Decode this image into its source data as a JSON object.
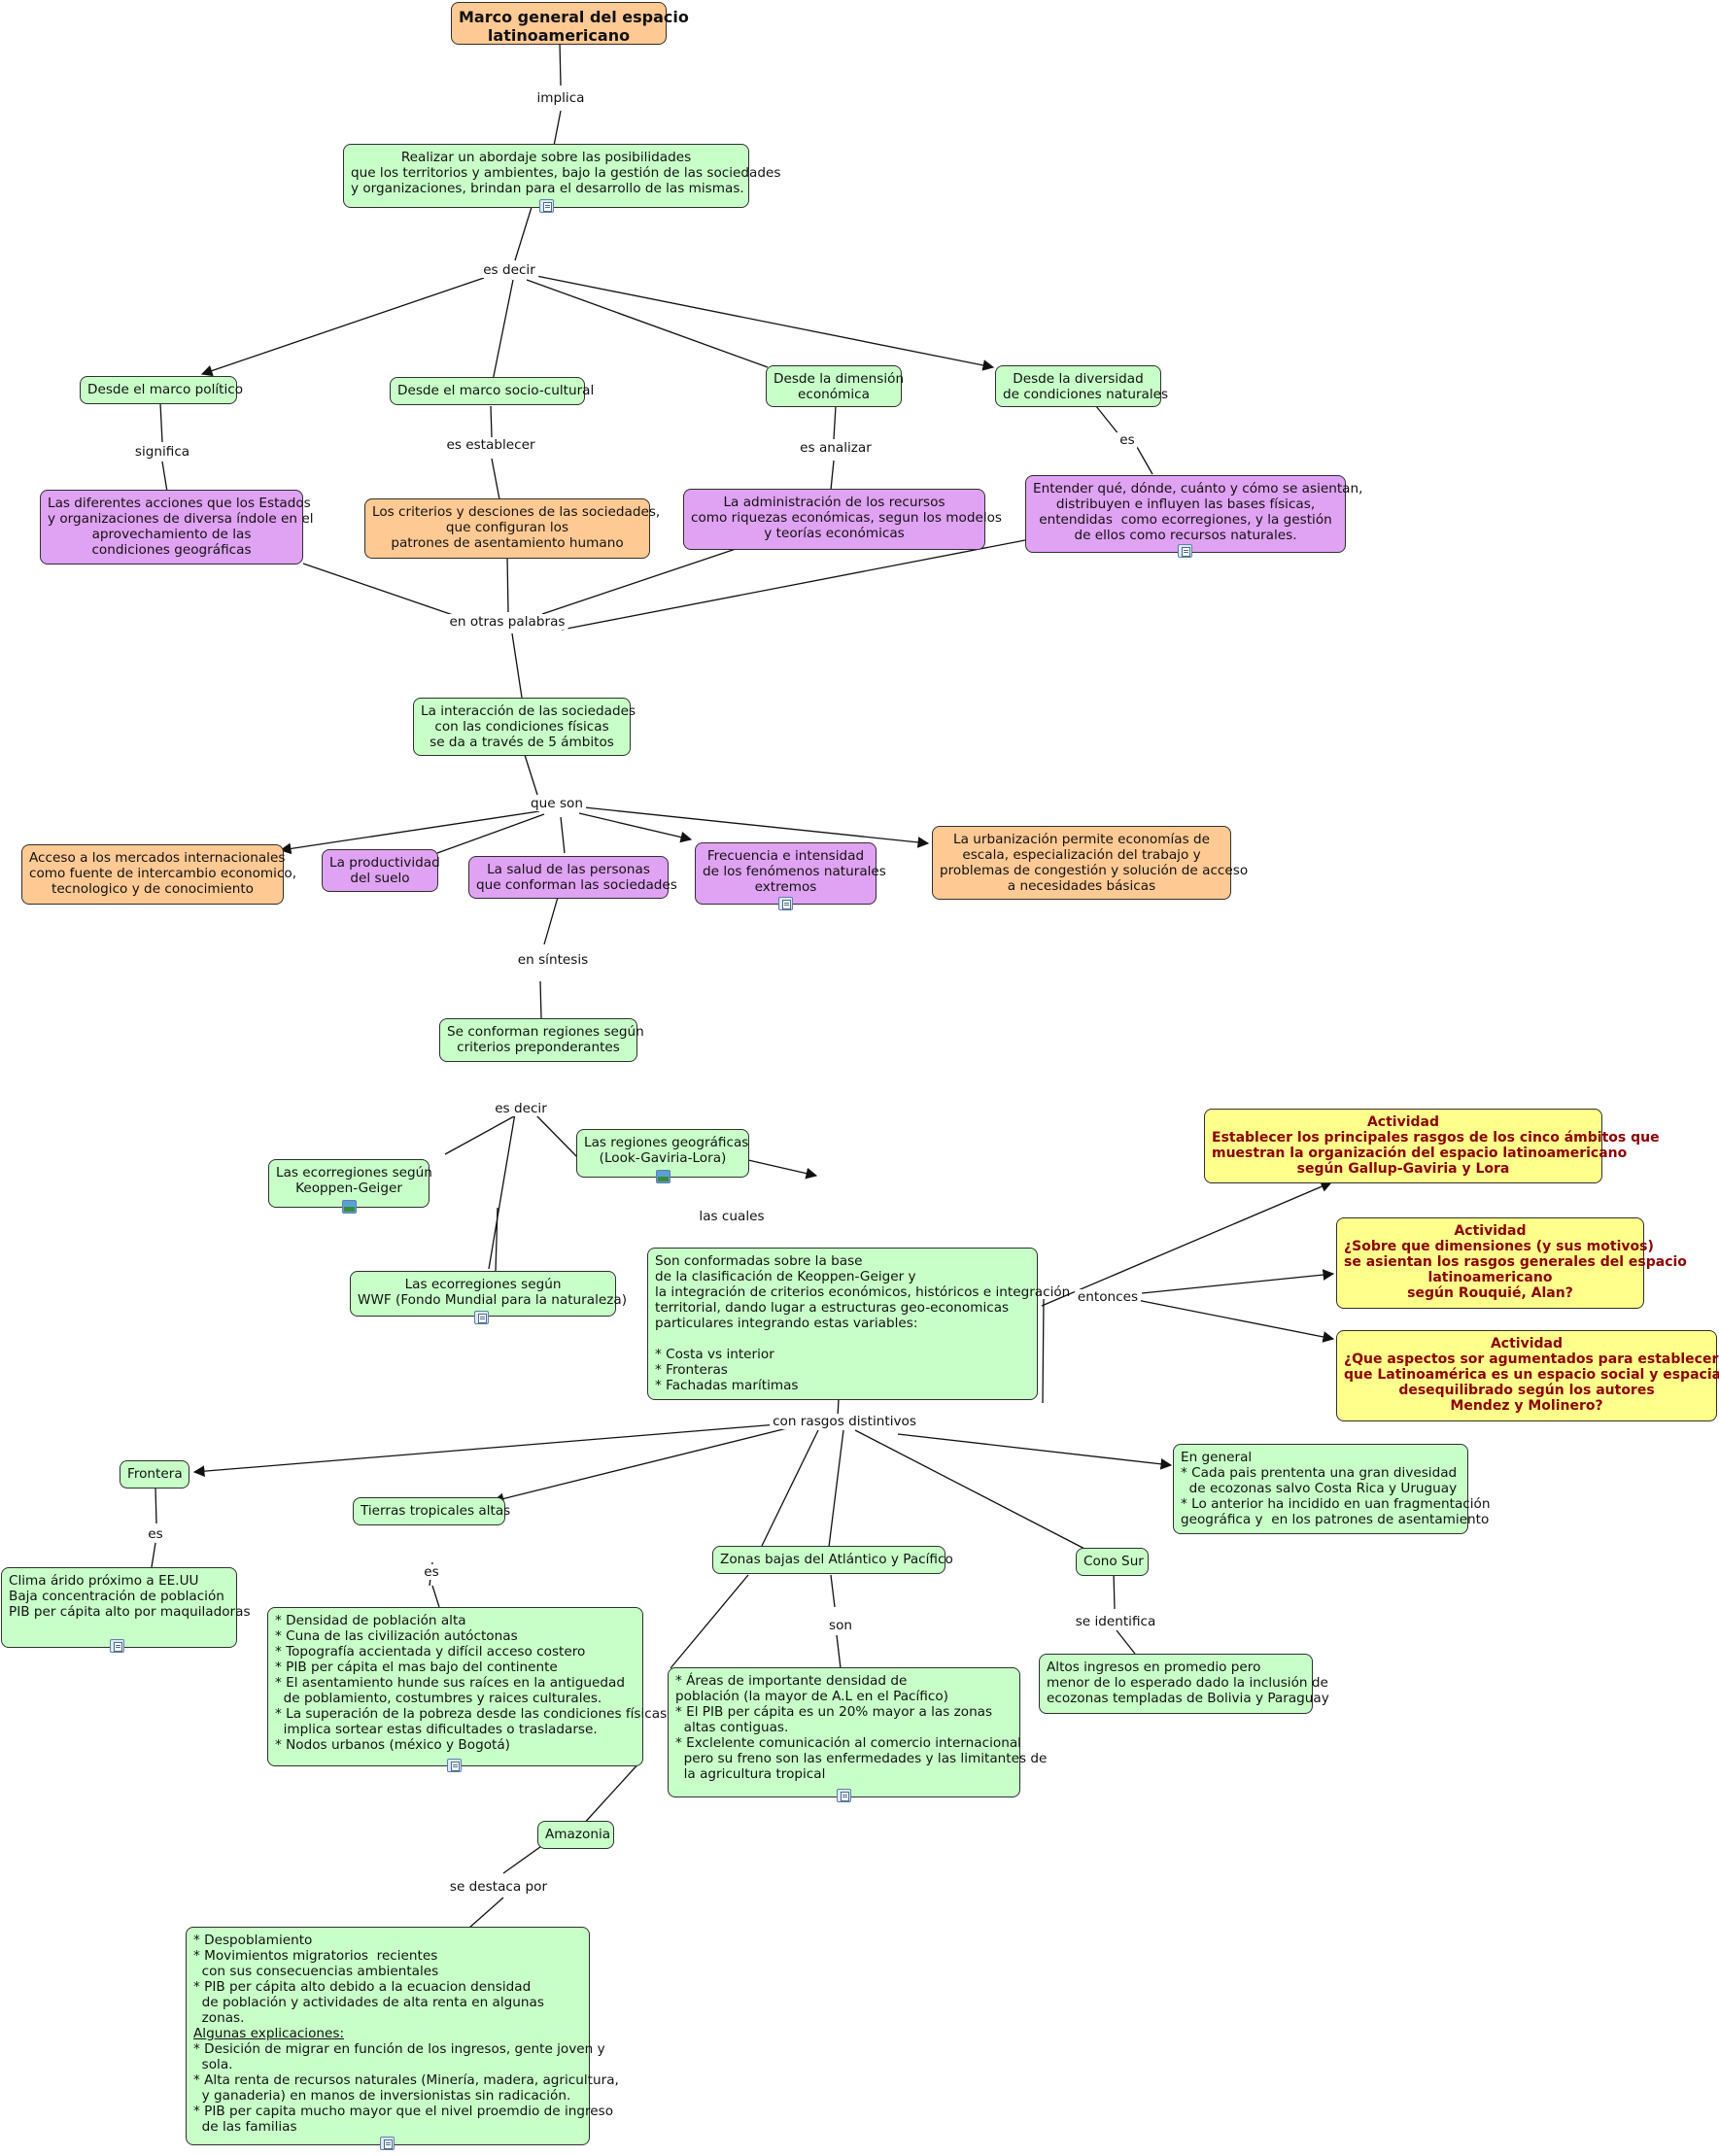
{
  "diagram": {
    "nodes": {
      "root": [
        "Marco general del espacio",
        "latinoamericano"
      ],
      "abordaje": [
        "Realizar un abordaje sobre las posibilidades",
        "que los territorios y ambientes, bajo la gestión de las sociedades",
        "y organizaciones, brindan para el desarrollo de las mismas."
      ],
      "politico": [
        "Desde el marco político"
      ],
      "sociocultural": [
        "Desde el marco socio-cultural"
      ],
      "economica": [
        "Desde la dimensión",
        "económica"
      ],
      "naturales": [
        "Desde la diversidad",
        "de condiciones naturales"
      ],
      "acciones": [
        "Las diferentes acciones que los Estados",
        "y organizaciones de diversa índole en el",
        "aprovechamiento de las",
        "condiciones geográficas"
      ],
      "criterios": [
        "Los criterios y desciones de las sociedades,",
        "que configuran los",
        "patrones de asentamiento humano"
      ],
      "administracion": [
        "La administración de los recursos",
        "como riquezas económicas, segun los modelos",
        "y teorías económicas"
      ],
      "entender": [
        "Entender qué, dónde, cuánto y cómo se asientan,",
        "distribuyen e influyen las bases físicas,",
        "entendidas  como ecorregiones, y la gestión",
        "de ellos como recursos naturales."
      ],
      "interaccion": [
        "La interacción de las sociedades",
        "con las condiciones físicas",
        "se da a través de 5 ámbitos"
      ],
      "mercados": [
        "Acceso a los mercados internacionales",
        "como fuente de intercambio economico,",
        "tecnologico y de conocimiento"
      ],
      "productividad": [
        "La productividad",
        "del suelo"
      ],
      "salud": [
        "La salud de las personas",
        "que conforman las sociedades"
      ],
      "frecuencia": [
        "Frecuencia e intensidad",
        "de los fenómenos naturales",
        "extremos"
      ],
      "urbanizacion": [
        "La urbanización permite economías de",
        "escala, especialización del trabajo y",
        "problemas de congestión y solución de acceso",
        "a necesidades básicas"
      ],
      "regiones": [
        "Se conforman regiones según",
        "criterios preponderantes"
      ],
      "keoppen": [
        "Las ecorregiones según",
        "Keoppen-Geiger"
      ],
      "geograficas": [
        "Las regiones geográficas",
        "(Look-Gaviria-Lora)"
      ],
      "wwf": [
        "Las ecorregiones según",
        "WWF (Fondo Mundial para la naturaleza)"
      ],
      "conformadas": [
        "Son conformadas sobre la base",
        "de la clasificación de Keoppen-Geiger y",
        "la integración de criterios económicos, históricos e integración",
        "territorial, dando lugar a estructuras geo-economicas",
        "particulares integrando estas variables:",
        " ",
        "* Costa vs interior",
        "* Fronteras",
        "* Fachadas marítimas"
      ],
      "act1": [
        "Actividad",
        "Establecer los principales rasgos de los cinco ámbitos que",
        "muestran la organización del espacio latinoamericano",
        "según Gallup-Gaviria y Lora"
      ],
      "act2": [
        "Actividad",
        "¿Sobre que dimensiones (y sus motivos)",
        "se asientan los rasgos generales del espacio",
        "latinoamericano",
        "según Rouquié, Alan?"
      ],
      "act3": [
        "Actividad",
        "¿Que aspectos sor agumentados para establecer",
        "que Latinoamérica es un espacio social y espacialmente",
        "desequilibrado según los autores",
        "Mendez y Molinero?"
      ],
      "frontera": [
        "Frontera"
      ],
      "clima": [
        "Clima árido próximo a EE.UU",
        "Baja concentración de población",
        "PIB per cápita alto por maquiladoras"
      ],
      "tierras": [
        "Tierras tropicales altas"
      ],
      "densidad": [
        "* Densidad de población alta",
        "* Cuna de las civilización autóctonas",
        "* Topografía accientada y difícil acceso costero",
        "* PIB per cápita el mas bajo del continente",
        "* El asentamiento hunde sus raíces en la antiguedad",
        "  de poblamiento, costumbres y raices culturales.",
        "* La superación de la pobreza desde las condiciones físicas",
        "  implica sortear estas dificultades o trasladarse.",
        "* Nodos urbanos (méxico y Bogotá)"
      ],
      "zonas": [
        "Zonas bajas del Atlántico y Pacífico"
      ],
      "areas": [
        "* Áreas de importante densidad de",
        "población (la mayor de A.L en el Pacífico)",
        "* El PIB per cápita es un 20% mayor a las zonas",
        "  altas contiguas.",
        "* Exclelente comunicación al comercio internacional",
        "  pero su freno son las enfermedades y las limitantes de",
        "  la agricultura tropical"
      ],
      "conosur": [
        "Cono Sur"
      ],
      "general": [
        "En general",
        "* Cada pais prententa una gran divesidad",
        "  de ecozonas salvo Costa Rica y Uruguay",
        "* Lo anterior ha incidido en uan fragmentación",
        "geográfica y  en los patrones de asentamiento"
      ],
      "altos": [
        "Altos ingresos en promedio pero",
        "menor de lo esperado dado la inclusión de",
        "ecozonas templadas de Bolivia y Paraguay"
      ],
      "amazonia": [
        "Amazonia"
      ],
      "amazonia_detalle": [
        "* Despoblamiento",
        "* Movimientos migratorios  recientes",
        "  con sus consecuencias ambientales",
        "* PIB per cápita alto debido a la ecuacion densidad",
        "  de población y actividades de alta renta en algunas",
        "  zonas.",
        "Algunas explicaciones:",
        "* Desición de migrar en función de los ingresos, gente joven y",
        "  sola.",
        "* Alta renta de recursos naturales (Minería, madera, agricultura,",
        "  y ganaderia) en manos de inversionistas sin radicación.",
        "* PIB per capita mucho mayor que el nivel proemdio de ingreso",
        "  de las familias"
      ]
    },
    "link_labels": {
      "implica": "implica",
      "es_decir_1": "es decir",
      "significa": "significa",
      "es_establecer": "es establecer",
      "es_analizar": "es analizar",
      "es_1": "es",
      "en_otras_palabras": "en otras palabras",
      "que_son": "que son",
      "en_sintesis": "en síntesis",
      "es_decir_2": "es decir",
      "las_cuales": "las cuales",
      "entonces": "entonces",
      "con_rasgos": "con rasgos distintivos",
      "es_2": "es",
      "es_3": "es",
      "son": "son",
      "se_identifica": "se identifica",
      "se_destaca": "se destaca por"
    },
    "colors": {
      "green": "#c8ffc8",
      "purple": "#e0a2f2",
      "orange": "#ffc994",
      "yellow": "#ffff8c",
      "activity_text": "#8b0000",
      "line": "#111111"
    }
  }
}
